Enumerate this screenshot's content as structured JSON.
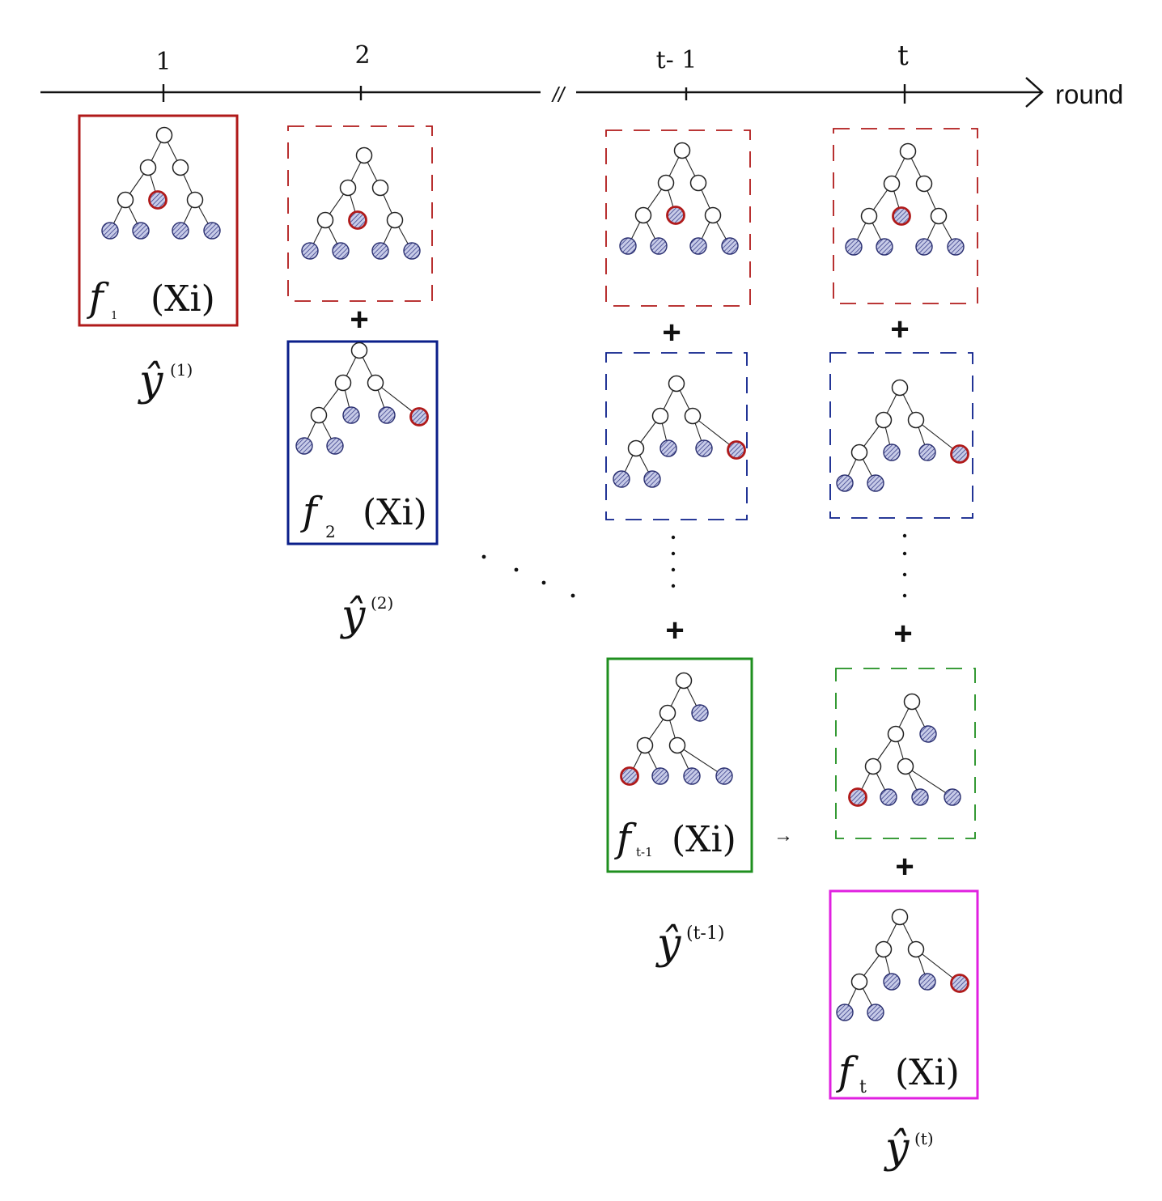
{
  "axis": {
    "label": "round",
    "ticks": [
      "1",
      "2",
      "t- 1",
      "t"
    ],
    "break_mark": "//"
  },
  "colors": {
    "red": "#b01a1a",
    "blue": "#0b1f8a",
    "green": "#1f8f1f",
    "magenta": "#e020e0",
    "leaf_fill": "#8f96cc",
    "ink": "#111111"
  },
  "models": {
    "f1": {
      "fn": "f",
      "sub": "1",
      "arg": "(Xi)"
    },
    "f2": {
      "fn": "f",
      "sub": "2",
      "arg": "(Xi)"
    },
    "ft1": {
      "fn": "f",
      "sub": "t-1",
      "arg": "(Xi)"
    },
    "ft": {
      "fn": "f",
      "sub": "t",
      "arg": "(Xi)"
    }
  },
  "predictions": {
    "y1": {
      "base": "ŷ",
      "sup": "(1)"
    },
    "y2": {
      "base": "ŷ",
      "sup": "(2)"
    },
    "yt1": {
      "base": "ŷ",
      "sup": "(t-1)"
    },
    "yt": {
      "base": "ŷ",
      "sup": "(t)"
    }
  },
  "operators": {
    "plus": "+",
    "dots": ". . . .",
    "arrow": "→"
  }
}
